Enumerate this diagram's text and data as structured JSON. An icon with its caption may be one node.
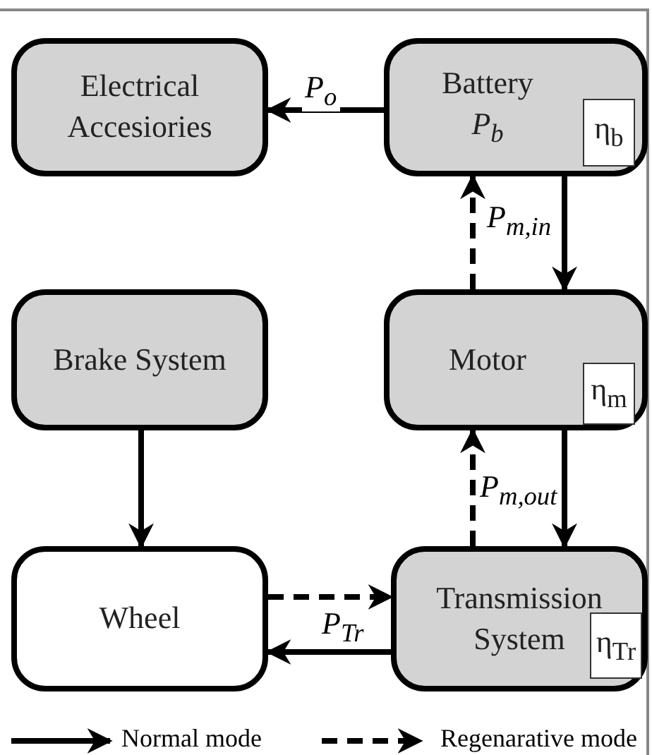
{
  "diagram": {
    "nodes": [
      {
        "text": [
          "Electrical Accesiories"
        ]
      },
      {
        "text": [
          "Battery",
          "P$_{b}$"
        ]
      },
      {
        "text": [
          "η$_{b}$"
        ],
        "in": 1
      },
      {
        "text": [
          "Brake System"
        ]
      },
      {
        "text": [
          "Motor"
        ]
      },
      {
        "text": [
          "η$_{m}$"
        ],
        "in": 4
      },
      {
        "text": [
          "Wheel"
        ]
      },
      {
        "text": [
          "Transmission System"
        ]
      },
      {
        "text": [
          "η$_{Tr}$"
        ],
        "in": 7
      }
    ],
    "edges": [
      {
        "from": 1,
        "to": 0,
        "arrow": "to",
        "label": "P$_{o}$"
      },
      {
        "from": 4,
        "to": 1,
        "arrow": "to",
        "style": "dashed"
      },
      {
        "from": 1,
        "to": 4,
        "arrow": "to",
        "label": "P$_{m,in}$"
      },
      {
        "from": 7,
        "to": 4,
        "arrow": "to",
        "style": "dashed",
        "label": "P$_{m,out}$"
      },
      {
        "from": 4,
        "to": 7,
        "arrow": "to"
      },
      {
        "from": 3,
        "to": 6,
        "arrow": "to"
      },
      {
        "from": 6,
        "to": 7,
        "arrow": "to",
        "style": "dashed"
      },
      {
        "from": 7,
        "to": 6,
        "arrow": "to",
        "label": "P$_{Tr}$"
      }
    ],
    "legend": [
      {
        "text": "Normal mode"
      },
      {
        "text": "Regenarative mode"
      }
    ]
  }
}
